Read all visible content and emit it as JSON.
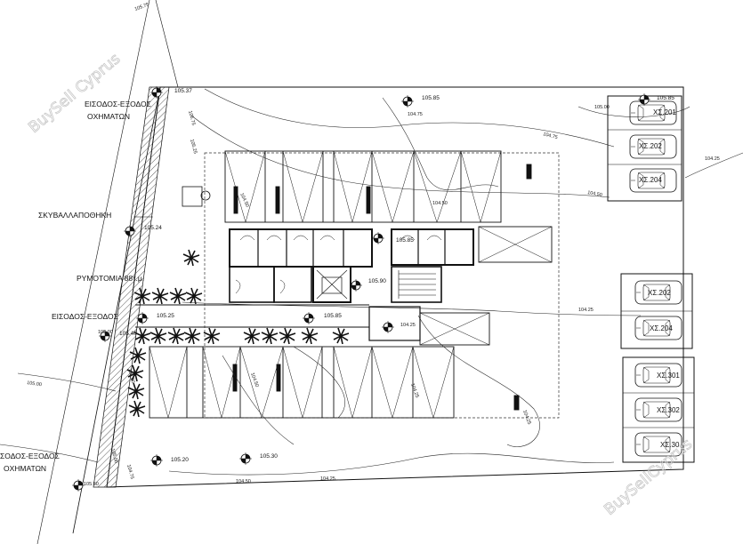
{
  "labels": {
    "entrance_exit_vehicles_top_1": "ΕΙΣΟΔΟΣ-ΕΞΟΔΟΣ",
    "entrance_exit_vehicles_top_2": "ΟΧΗΜΑΤΩΝ",
    "garbage_room": "ΣΚΥΒΑΛΛΑΠΟΘΗΚΗ",
    "road_widening": "ΡΥΜΟΤΟΜΙΑ 88τ.μ.",
    "entrance_exit_mid": "ΕΙΣΟΔΟΣ-ΕΞΟΔΟΣ",
    "entrance_exit_vehicles_bottom_1": "ΣΟΔΟΣ-ΕΞΟΔΟΣ",
    "entrance_exit_vehicles_bottom_2": "ΟΧΗΜΑΤΩΝ"
  },
  "level_marks": {
    "top_center": "105.85",
    "top_left": "105.37",
    "right_top": "105.85",
    "left_mid": "105.24",
    "stair_top": "105.85",
    "core_center": "105.90",
    "entry_right": "105.85",
    "entry_left": "105.25",
    "entry_far_left": "105.40",
    "stair_low": "104.25",
    "bottom_left": "105.20",
    "bottom_mid": "105.30",
    "bottom_corner": "105.50"
  },
  "contours": {
    "c1": "105.75",
    "c2": "104.75",
    "c3": "104.75",
    "c4": "104.50",
    "c5": "104.50",
    "c6": "104.50",
    "c7": "104.25",
    "c8": "104.50",
    "c9": "104.25",
    "c10": "104.25",
    "c11": "104.25",
    "c12": "104.50",
    "c13": "104.25",
    "c14": "105.00",
    "c15": "105.00",
    "c16": "105.75",
    "c17": "105.25",
    "c18": "105.00",
    "c19": "105.00",
    "c20": "104.75",
    "c21": "105.00"
  },
  "parking_spaces": {
    "p1": "ΧΣ.201",
    "p2": "ΧΣ.202",
    "p3": "ΧΣ.204",
    "p4": "ΧΣ.202",
    "p5": "ΧΣ.204",
    "p6": "ΧΣ.301",
    "p7": "ΧΣ.302",
    "p8": "ΧΣ.30"
  },
  "watermarks": {
    "top_left": "BuySell Cyprus",
    "bottom_right": "BuySellCyprus"
  }
}
